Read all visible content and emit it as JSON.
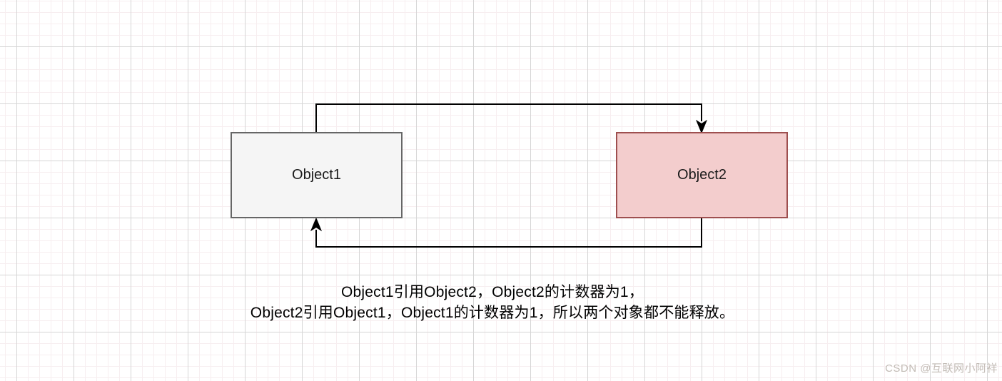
{
  "background": {
    "base_color": "#ffffff",
    "grid_minor_color": "#f7eef0",
    "grid_major_color": "#d6d6d6"
  },
  "diagram": {
    "nodes": [
      {
        "label": "Object1",
        "fill_color": "#f5f5f5",
        "border_color": "#666666"
      },
      {
        "label": "Object2",
        "fill_color": "#f3cdcd",
        "border_color": "#9e4f4f"
      }
    ],
    "edges": [
      {
        "from": "Object1",
        "to": "Object2",
        "color": "#000000",
        "arrow": "filled-triangle"
      },
      {
        "from": "Object2",
        "to": "Object1",
        "color": "#000000",
        "arrow": "filled-triangle"
      }
    ]
  },
  "caption": {
    "lines": [
      "Object1引用Object2，Object2的计数器为1，",
      "Object2引用Object1，Object1的计数器为1，所以两个对象都不能释放。"
    ],
    "text_color": "#000000"
  },
  "watermark": {
    "text": "CSDN @互联网小阿祥",
    "color": "#c2bbb5"
  }
}
